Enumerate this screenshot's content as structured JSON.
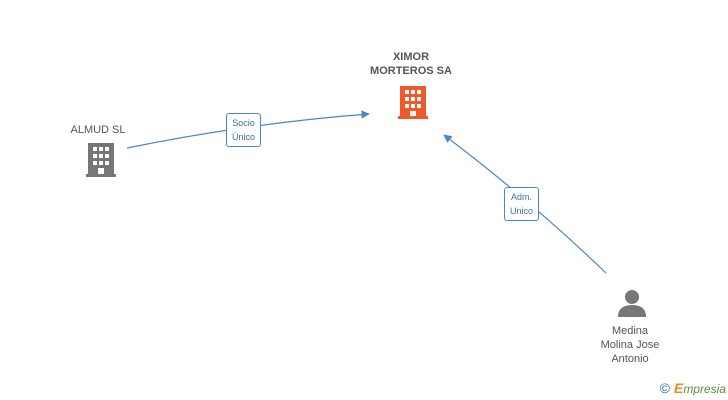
{
  "nodes": {
    "ximor": {
      "label": "XIMOR\nMORTEROS SA",
      "icon": "building-icon",
      "color": "#f05a2a"
    },
    "almud": {
      "label": "ALMUD SL",
      "icon": "building-icon",
      "color": "#777777"
    },
    "medina": {
      "label": "Medina\nMolina Jose\nAntonio",
      "icon": "person-icon",
      "color": "#777777"
    }
  },
  "edges": {
    "almud_to_ximor": {
      "label": "Socio\nÚnico",
      "color": "#4a86c8"
    },
    "medina_to_ximor": {
      "label": "Adm.\nUnico",
      "color": "#4a86c8"
    }
  },
  "brand": {
    "copyright": "©",
    "e": "E",
    "name": "mpresia"
  }
}
